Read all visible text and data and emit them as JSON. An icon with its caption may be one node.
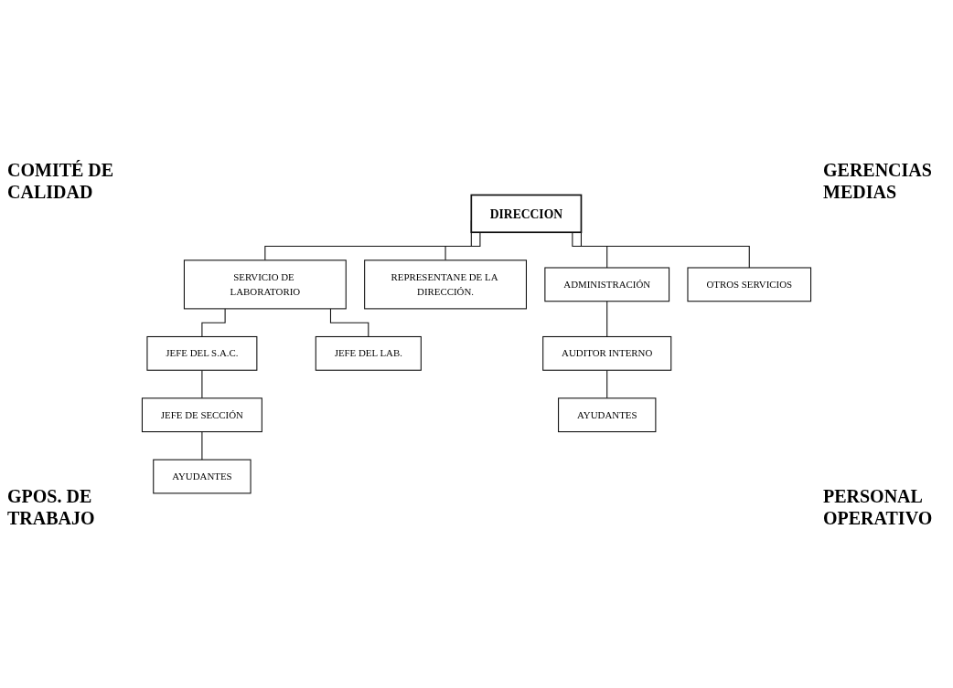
{
  "diagram": {
    "nodes": [
      {
        "text": [
          "DIRECCION"
        ]
      },
      {
        "text": [
          "ADMINISTRACIÓN"
        ]
      },
      {
        "text": [
          "REPRESENTANE DE LA DIRECCIÓN."
        ]
      },
      {
        "text": [
          "SERVICIO DE LABORATORIO"
        ]
      },
      {
        "text": [
          "OTROS SERVICIOS"
        ]
      },
      {
        "text": [
          "JEFE DEL S.A.C."
        ]
      },
      {
        "text": [
          "JEFE DEL LAB."
        ]
      },
      {
        "text": [
          "JEFE DE SECCIÓN"
        ]
      },
      {
        "text": [
          "AUDITOR INTERNO"
        ]
      },
      {
        "text": [
          "AYUDANTES"
        ]
      },
      {
        "text": [
          "AYUDANTES"
        ]
      }
    ],
    "edges": [
      {
        "from": 0,
        "to": 1,
        "arrow": "none"
      },
      {
        "from": 0,
        "to": 2,
        "arrow": "none"
      },
      {
        "from": 0,
        "to": 3,
        "arrow": "none"
      },
      {
        "from": 0,
        "to": 4,
        "arrow": "none"
      },
      {
        "from": 1,
        "to": 8,
        "arrow": "none"
      },
      {
        "from": 3,
        "to": 5,
        "arrow": "none"
      },
      {
        "from": 3,
        "to": 6,
        "arrow": "none"
      },
      {
        "from": 5,
        "to": 7,
        "arrow": "none"
      },
      {
        "from": 7,
        "to": 9,
        "arrow": "none"
      },
      {
        "from": 8,
        "to": 10,
        "arrow": "none"
      }
    ],
    "labels": [
      "COMITÉ DE CALIDAD",
      "GERENCIAS MEDIAS",
      "GPOS. DE TRABAJO",
      "PERSONAL OPERATIVO"
    ]
  }
}
